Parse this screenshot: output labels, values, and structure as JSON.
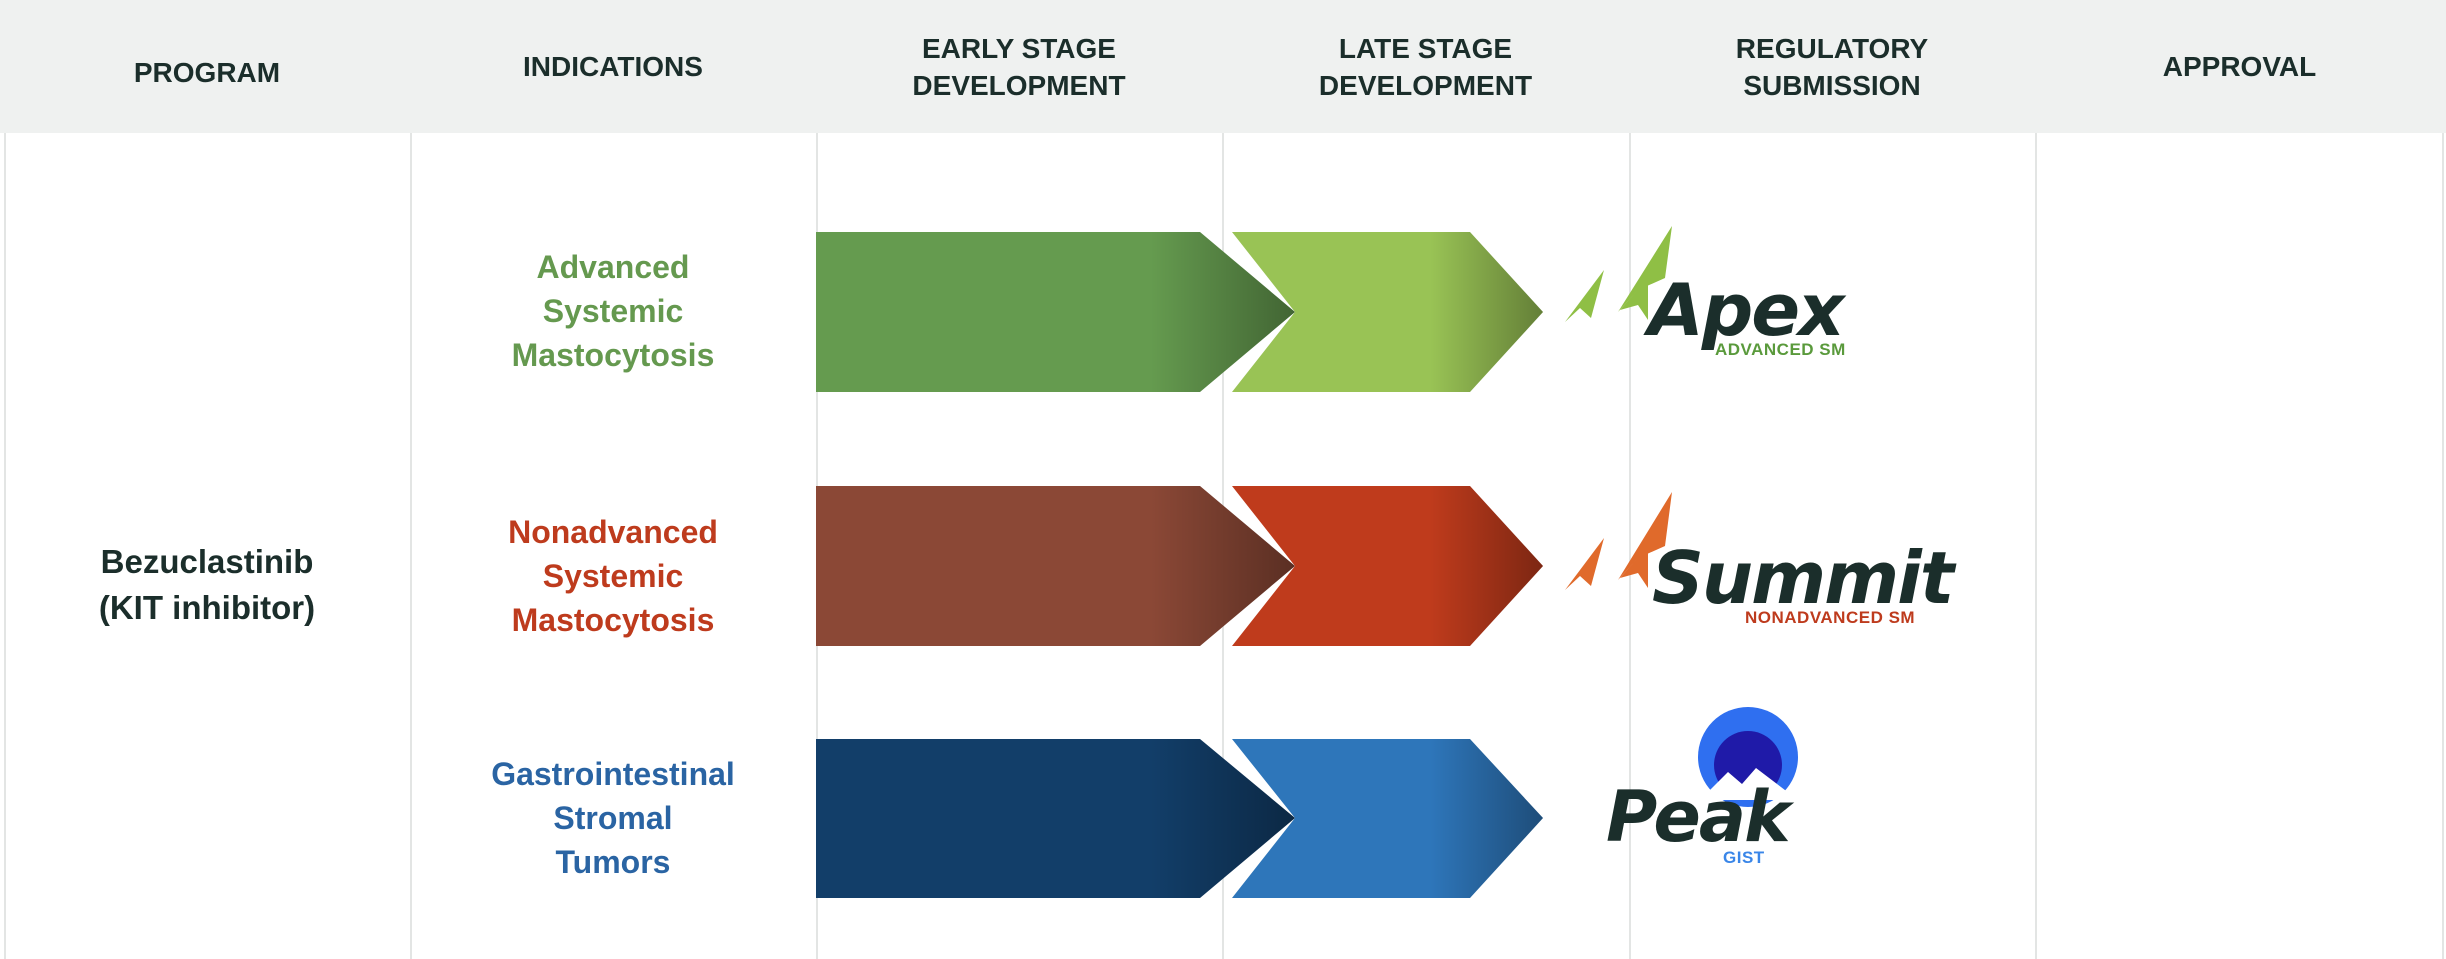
{
  "headers": {
    "program": "PROGRAM",
    "indications": "INDICATIONS",
    "early": "EARLY STAGE\nDEVELOPMENT",
    "late": "LATE STAGE\nDEVELOPMENT",
    "regulatory": "REGULATORY\nSUBMISSION",
    "approval": "APPROVAL"
  },
  "program": {
    "name": "Bezuclastinib\n(KIT inhibitor)"
  },
  "rows": [
    {
      "indication": "Advanced\nSystemic\nMastocytosis",
      "indication_color": "#65994f",
      "early_color": "#659b4f",
      "late_color": "#99c355",
      "stage_reached": "Late Stage Development",
      "logo": {
        "title": "Apex",
        "subtitle": "ADVANCED SM",
        "accent": "#8fbf45",
        "subtitle_color": "#5a9a3c",
        "icon": "double-arrow-icon"
      }
    },
    {
      "indication": "Nonadvanced\nSystemic\nMastocytosis",
      "indication_color": "#be3b1d",
      "early_color": "#8b4836",
      "late_color": "#bf3b1c",
      "stage_reached": "Late Stage Development",
      "logo": {
        "title": "Summit",
        "subtitle": "NONADVANCED SM",
        "accent": "#e06a2b",
        "subtitle_color": "#be3b1d",
        "icon": "double-arrow-icon"
      }
    },
    {
      "indication": "Gastrointestinal\nStromal\nTumors",
      "indication_color": "#2a64a3",
      "early_color": "#123e69",
      "late_color": "#2e76ba",
      "stage_reached": "Late Stage Development",
      "logo": {
        "title": "Peak",
        "subtitle": "GIST",
        "accent": "#2f6ff0",
        "subtitle_color": "#3a86e8",
        "icon": "mountain-peak-icon"
      }
    }
  ]
}
